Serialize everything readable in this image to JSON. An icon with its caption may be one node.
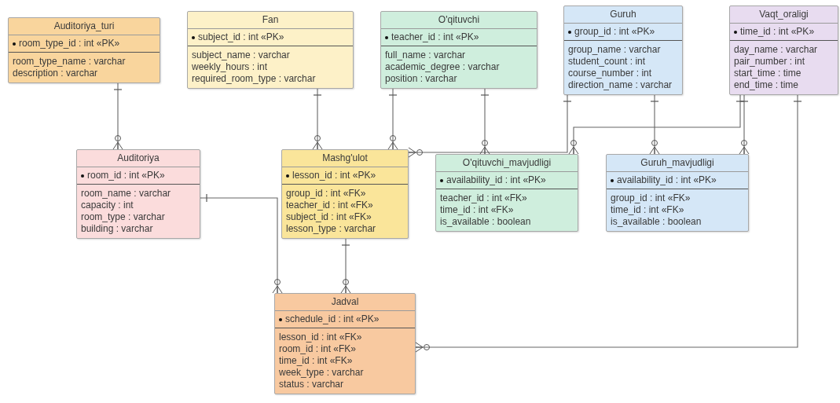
{
  "diagram": {
    "nodes": [
      {
        "text": [
          "Auditoriya_turi",
          "room_type_id : int «PK»",
          "room_type_name : varchar",
          "description : varchar"
        ]
      },
      {
        "text": [
          "Fan",
          "subject_id : int «PK»",
          "subject_name : varchar",
          "weekly_hours : int",
          "required_room_type : varchar"
        ]
      },
      {
        "text": [
          "O'qituvchi",
          "teacher_id : int «PK»",
          "full_name : varchar",
          "academic_degree : varchar",
          "position : varchar"
        ]
      },
      {
        "text": [
          "Guruh",
          "group_id : int «PK»",
          "group_name : varchar",
          "student_count : int",
          "course_number : int",
          "direction_name : varchar"
        ]
      },
      {
        "text": [
          "Vaqt_oraligi",
          "time_id : int «PK»",
          "day_name : varchar",
          "pair_number : int",
          "start_time : time",
          "end_time : time"
        ]
      },
      {
        "text": [
          "Auditoriya",
          "room_id : int «PK»",
          "room_name : varchar",
          "capacity : int",
          "room_type : varchar",
          "building : varchar"
        ]
      },
      {
        "text": [
          "Mashg'ulot",
          "lesson_id : int «PK»",
          "group_id : int «FK»",
          "teacher_id : int «FK»",
          "subject_id : int «FK»",
          "lesson_type : varchar"
        ]
      },
      {
        "text": [
          "O'qituvchi_mavjudligi",
          "availability_id : int «PK»",
          "teacher_id : int «FK»",
          "time_id : int «FK»",
          "is_available : boolean"
        ]
      },
      {
        "text": [
          "Guruh_mavjudligi",
          "availability_id : int «PK»",
          "group_id : int «FK»",
          "time_id : int «FK»",
          "is_available : boolean"
        ]
      },
      {
        "text": [
          "Jadval",
          "schedule_id : int «PK»",
          "lesson_id : int «FK»",
          "room_id : int «FK»",
          "time_id : int «FK»",
          "week_type : varchar",
          "status : varchar"
        ]
      }
    ],
    "edges": [
      {
        "from": 0,
        "to": 5,
        "arrow": "other"
      },
      {
        "from": 1,
        "to": 6,
        "arrow": "other"
      },
      {
        "from": 2,
        "to": 6,
        "arrow": "other"
      },
      {
        "from": 3,
        "to": 6,
        "arrow": "other"
      },
      {
        "from": 2,
        "to": 7,
        "arrow": "other"
      },
      {
        "from": 4,
        "to": 7,
        "arrow": "other"
      },
      {
        "from": 3,
        "to": 8,
        "arrow": "other"
      },
      {
        "from": 4,
        "to": 8,
        "arrow": "other"
      },
      {
        "from": 4,
        "to": 9,
        "arrow": "other"
      },
      {
        "from": 5,
        "to": 9,
        "arrow": "other"
      },
      {
        "from": 6,
        "to": 9,
        "arrow": "other"
      }
    ]
  }
}
